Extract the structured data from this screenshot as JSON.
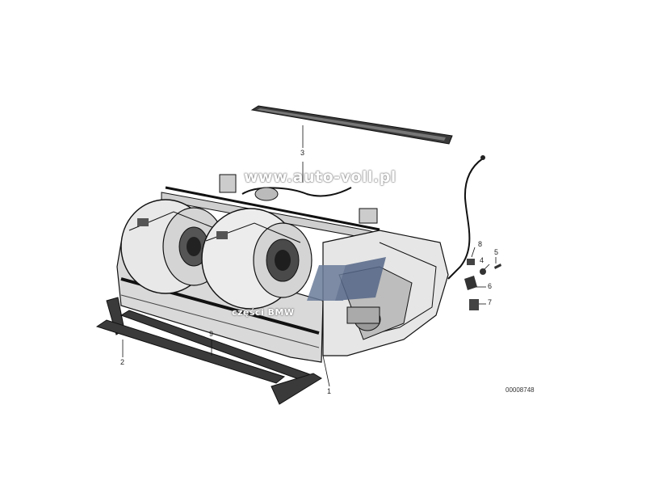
{
  "watermark": {
    "url": "www.auto-voll.pl",
    "sub": "części BMW"
  },
  "drawing_code": "00008748",
  "callouts": {
    "c1": "1",
    "c2": "2",
    "c3": "3",
    "c4": "4",
    "c5": "5",
    "c6": "6",
    "c7": "7",
    "c8": "8",
    "c9": "9"
  },
  "icons": {
    "heater-blower-assembly": "heater-blower-assembly-icon",
    "seal-strip": "seal-strip-icon",
    "cable": "cable-icon"
  }
}
